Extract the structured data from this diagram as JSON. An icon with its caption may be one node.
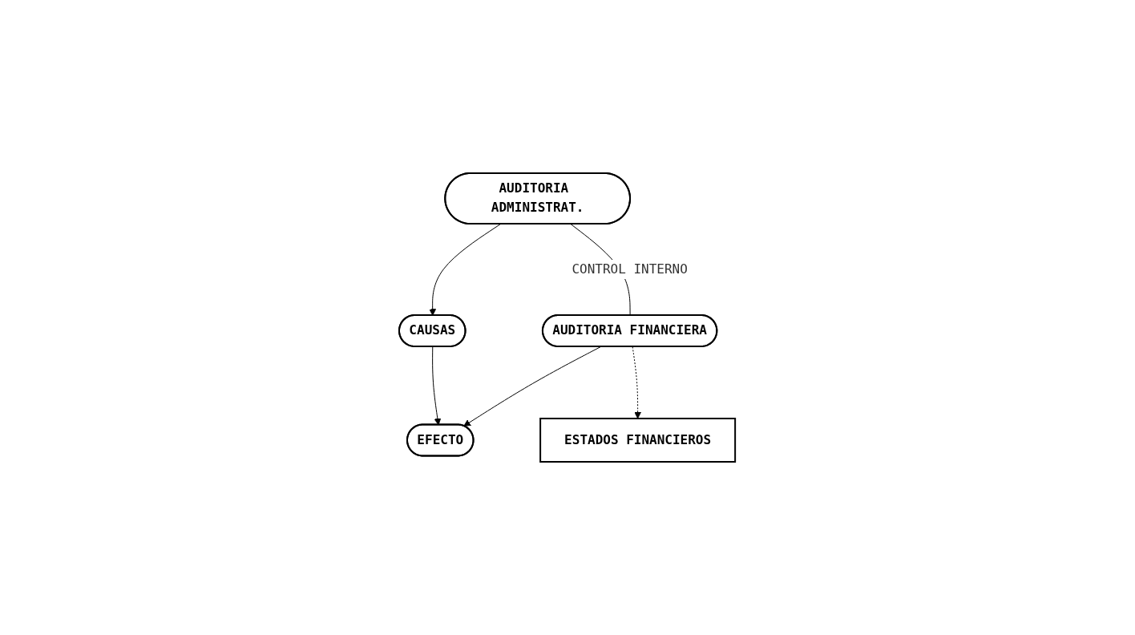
{
  "diagram": {
    "nodes": [
      {
        "text": [
          "AUDITORIA ADMINISTRAT."
        ]
      },
      {
        "text": [
          "AUDITORIA FINANCIERA"
        ]
      },
      {
        "text": [
          "CAUSAS"
        ]
      },
      {
        "text": [
          "EFECTO"
        ]
      },
      {
        "text": [
          "ESTADOS FINANCIEROS"
        ]
      }
    ],
    "edges": [
      {
        "from": 0,
        "to": 1,
        "arrow": "none",
        "label": "CONTROL INTERNO"
      },
      {
        "from": 0,
        "to": 2,
        "arrow": "to"
      },
      {
        "from": 1,
        "to": 3,
        "arrow": "to"
      },
      {
        "from": 2,
        "to": 3,
        "arrow": "to"
      },
      {
        "from": 1,
        "to": 4,
        "arrow": "to",
        "style": "dashed"
      }
    ]
  }
}
